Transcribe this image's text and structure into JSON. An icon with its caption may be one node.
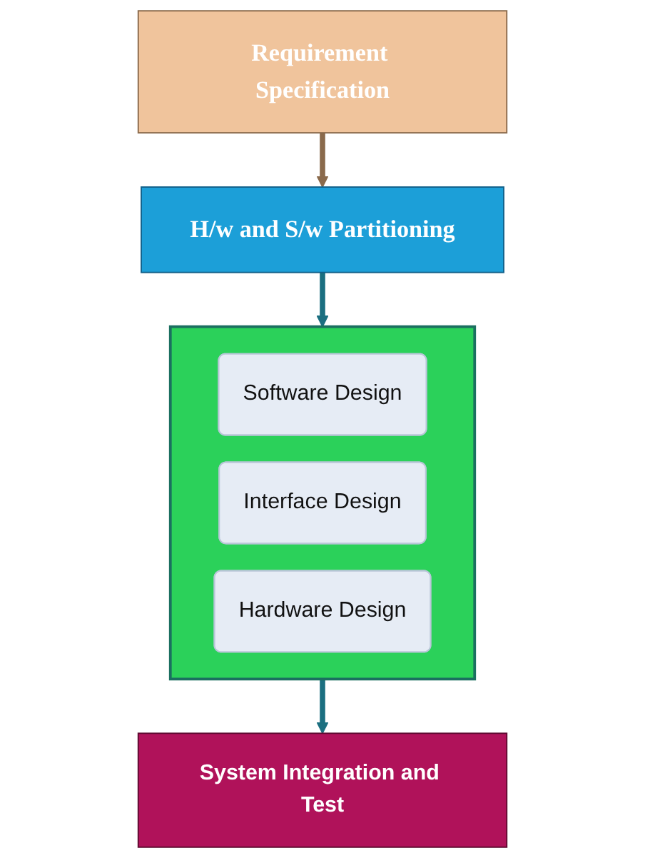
{
  "diagram": {
    "nodes": [
      {
        "text": [
          "Requirement Specification"
        ]
      },
      {
        "text": [
          "H/w and S/w Partitioning"
        ]
      },
      {
        "text": [],
        "shape": "box"
      },
      {
        "text": [
          "Software Design"
        ],
        "in": 2
      },
      {
        "text": [
          "Interface Design"
        ],
        "in": 2
      },
      {
        "text": [
          "Hardware Design"
        ],
        "in": 2
      },
      {
        "text": [
          "System Integration and Test"
        ]
      }
    ],
    "edges": [
      {
        "from": 0,
        "to": 1,
        "arrow": "to",
        "color": "#8a6a4c"
      },
      {
        "from": 1,
        "to": 2,
        "arrow": "to"
      },
      {
        "from": 2,
        "to": 6,
        "arrow": "to"
      }
    ]
  }
}
